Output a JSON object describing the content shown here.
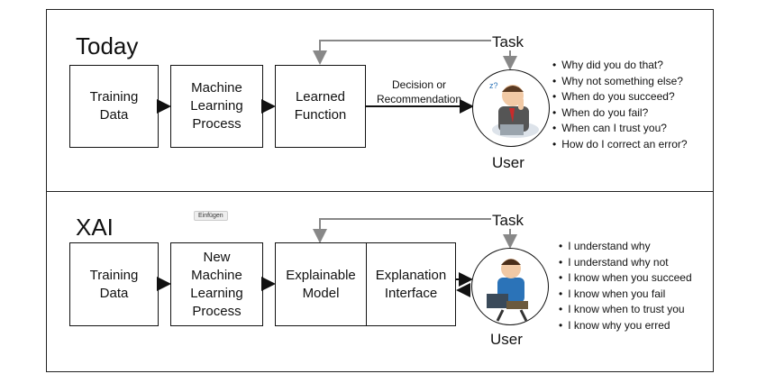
{
  "today": {
    "title": "Today",
    "boxes": [
      "Training\nData",
      "Machine\nLearning\nProcess",
      "Learned\nFunction"
    ],
    "decision_label": "Decision or\nRecommendation",
    "task_label": "Task",
    "user_label": "User",
    "questions": [
      "Why did you do that?",
      "Why not something else?",
      "When do you succeed?",
      "When do you fail?",
      "When can I trust you?",
      "How do I correct an error?"
    ]
  },
  "xai": {
    "title": "XAI",
    "boxes": [
      "Training\nData",
      "New\nMachine\nLearning\nProcess",
      "Explainable\nModel",
      "Explanation\nInterface"
    ],
    "task_label": "Task",
    "user_label": "User",
    "statements": [
      "I understand why",
      "I understand why not",
      "I know when you succeed",
      "I know when you fail",
      "I know when to trust you",
      "I know why you erred"
    ]
  },
  "tooltip": "Einfügen",
  "colors": {
    "line": "#111111",
    "task_line": "#888888",
    "shirt": "#2b73b8",
    "laptop": "#3a4a5a"
  }
}
